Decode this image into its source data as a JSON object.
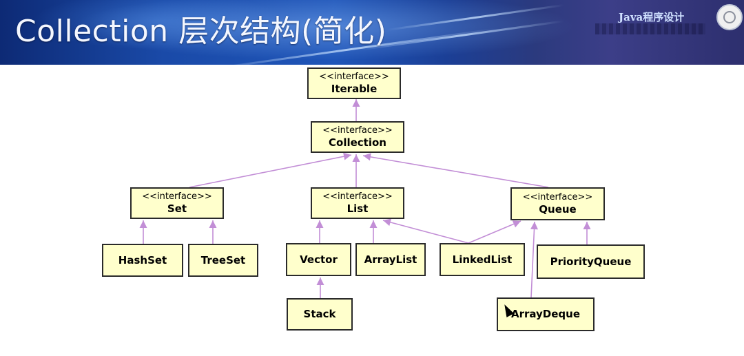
{
  "header": {
    "title": "Collection 层次结构(简化)",
    "course": "Java程序设计"
  },
  "diagram": {
    "stereotype": "<<interface>>",
    "nodes": [
      {
        "id": "iterable",
        "name": "Iterable",
        "interface": true
      },
      {
        "id": "collection",
        "name": "Collection",
        "interface": true
      },
      {
        "id": "set",
        "name": "Set",
        "interface": true
      },
      {
        "id": "list",
        "name": "List",
        "interface": true
      },
      {
        "id": "queue",
        "name": "Queue",
        "interface": true
      },
      {
        "id": "hashset",
        "name": "HashSet",
        "interface": false
      },
      {
        "id": "treeset",
        "name": "TreeSet",
        "interface": false
      },
      {
        "id": "vector",
        "name": "Vector",
        "interface": false
      },
      {
        "id": "arraylist",
        "name": "ArrayList",
        "interface": false
      },
      {
        "id": "linkedlist",
        "name": "LinkedList",
        "interface": false
      },
      {
        "id": "priorityqueue",
        "name": "PriorityQueue",
        "interface": false
      },
      {
        "id": "stack",
        "name": "Stack",
        "interface": false
      },
      {
        "id": "arraydeque",
        "name": "ArrayDeque",
        "interface": false
      }
    ],
    "edges": [
      {
        "from": "collection",
        "to": "iterable"
      },
      {
        "from": "set",
        "to": "collection"
      },
      {
        "from": "list",
        "to": "collection"
      },
      {
        "from": "queue",
        "to": "collection"
      },
      {
        "from": "hashset",
        "to": "set"
      },
      {
        "from": "treeset",
        "to": "set"
      },
      {
        "from": "vector",
        "to": "list"
      },
      {
        "from": "arraylist",
        "to": "list"
      },
      {
        "from": "linkedlist",
        "to": "list"
      },
      {
        "from": "linkedlist",
        "to": "queue"
      },
      {
        "from": "priorityqueue",
        "to": "queue"
      },
      {
        "from": "stack",
        "to": "vector"
      },
      {
        "from": "arraydeque",
        "to": "queue"
      }
    ],
    "edge_color": "#c28ed6",
    "node_fill": "#ffffcc"
  }
}
